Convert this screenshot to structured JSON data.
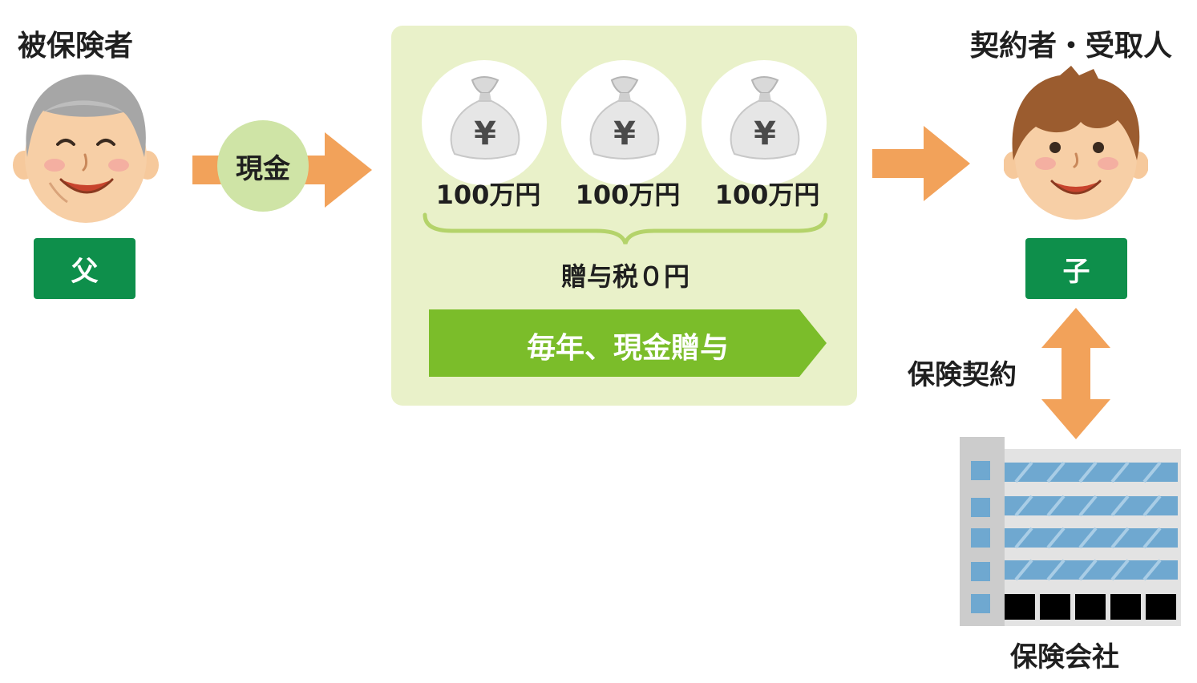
{
  "insured": {
    "title": "被保険者",
    "badge": "父"
  },
  "cash_label": "現金",
  "gift_box": {
    "bags": [
      {
        "amount": "100万円",
        "symbol": "¥"
      },
      {
        "amount": "100万円",
        "symbol": "¥"
      },
      {
        "amount": "100万円",
        "symbol": "¥"
      }
    ],
    "tax_text": "贈与税０円",
    "banner": "毎年、現金贈与"
  },
  "recipient": {
    "title": "契約者・受取人",
    "badge": "子"
  },
  "contract_label": "保険契約",
  "insurer_label": "保険会社",
  "colors": {
    "arrow": "#f2a25a",
    "badge": "#0e8f4b",
    "panel": "#e9f1c9",
    "banner": "#7bbd2a",
    "cash": "#cfe4a6"
  }
}
